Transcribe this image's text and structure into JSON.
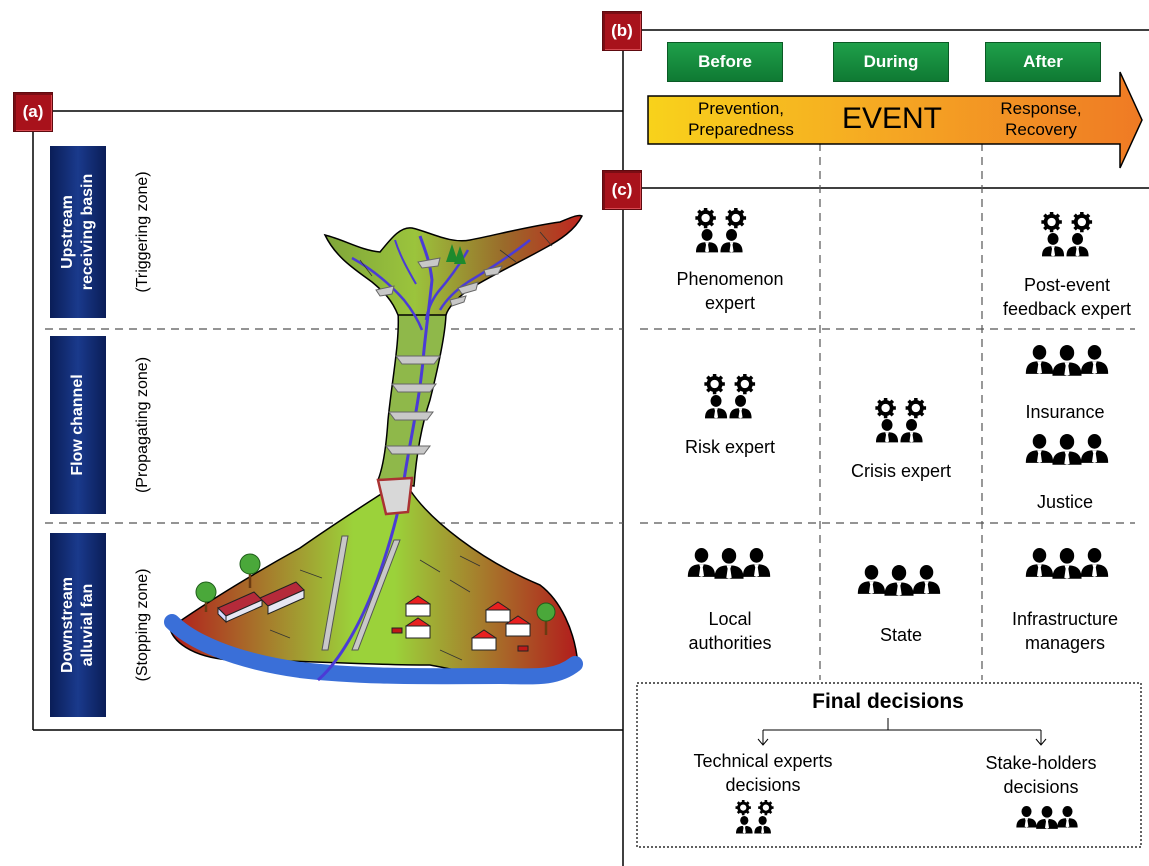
{
  "panel_a": {
    "tag": "(a)",
    "zones": [
      {
        "name": "Upstream\nreceiving basin",
        "sub": "(Triggering zone)"
      },
      {
        "name": "Flow channel",
        "sub": "(Propagating zone)"
      },
      {
        "name": "Downstream\nalluvial fan",
        "sub": "(Stopping zone)"
      }
    ]
  },
  "panel_b": {
    "tag": "(b)",
    "phases": [
      "Before",
      "During",
      "After"
    ],
    "arrow_left": "Prevention,\nPreparedness",
    "arrow_center": "EVENT",
    "arrow_right": "Response,\nRecovery"
  },
  "panel_c": {
    "tag": "(c)",
    "actors": {
      "phenomenon_expert": "Phenomenon\nexpert",
      "post_event_expert": "Post-event\nfeedback expert",
      "risk_expert": "Risk expert",
      "crisis_expert": "Crisis expert",
      "insurance": "Insurance",
      "justice": "Justice",
      "local_authorities": "Local\nauthorities",
      "state": "State",
      "infrastructure_managers": "Infrastructure\nmanagers"
    },
    "final": {
      "title": "Final decisions",
      "technical": "Technical experts\ndecisions",
      "stakeholders": "Stake-holders\ndecisions"
    }
  },
  "icons": {
    "expert": "gear-expert-icon",
    "group": "people-group-icon"
  },
  "colors": {
    "tag_red": "#a8121b",
    "phase_green": "#158a3c",
    "zone_blue": "#0f2a70",
    "river": "#3a6fd8",
    "stream": "#4b3bd6"
  }
}
